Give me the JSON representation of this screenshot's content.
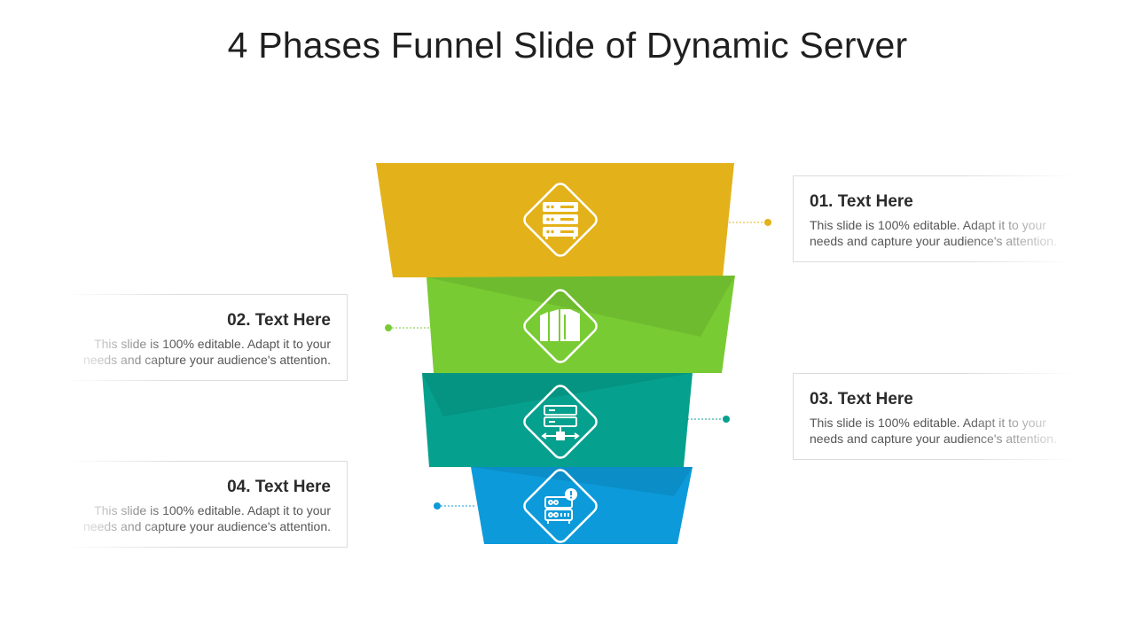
{
  "title": "4 Phases Funnel Slide of Dynamic Server",
  "colors": {
    "phase1": "#E3B21A",
    "phase2": "#79CB34",
    "phase3": "#06A08E",
    "phase4": "#0C9ADA"
  },
  "phases": [
    {
      "heading": "01. Text Here",
      "body_line1": "This slide is 100% editable. Adapt it to your",
      "body_line2": "needs and capture your audience's attention.",
      "icon": "server-rack-icon"
    },
    {
      "heading": "02. Text Here",
      "body_line1": "This slide is 100% editable. Adapt it to your",
      "body_line2": "needs and capture your audience's attention.",
      "icon": "server-towers-icon"
    },
    {
      "heading": "03. Text Here",
      "body_line1": "This slide is 100% editable. Adapt it to your",
      "body_line2": "needs and capture your audience's attention.",
      "icon": "network-server-icon"
    },
    {
      "heading": "04. Text Here",
      "body_line1": "This slide is 100% editable. Adapt it to your",
      "body_line2": "needs and capture your audience's attention.",
      "icon": "server-alert-icon"
    }
  ]
}
